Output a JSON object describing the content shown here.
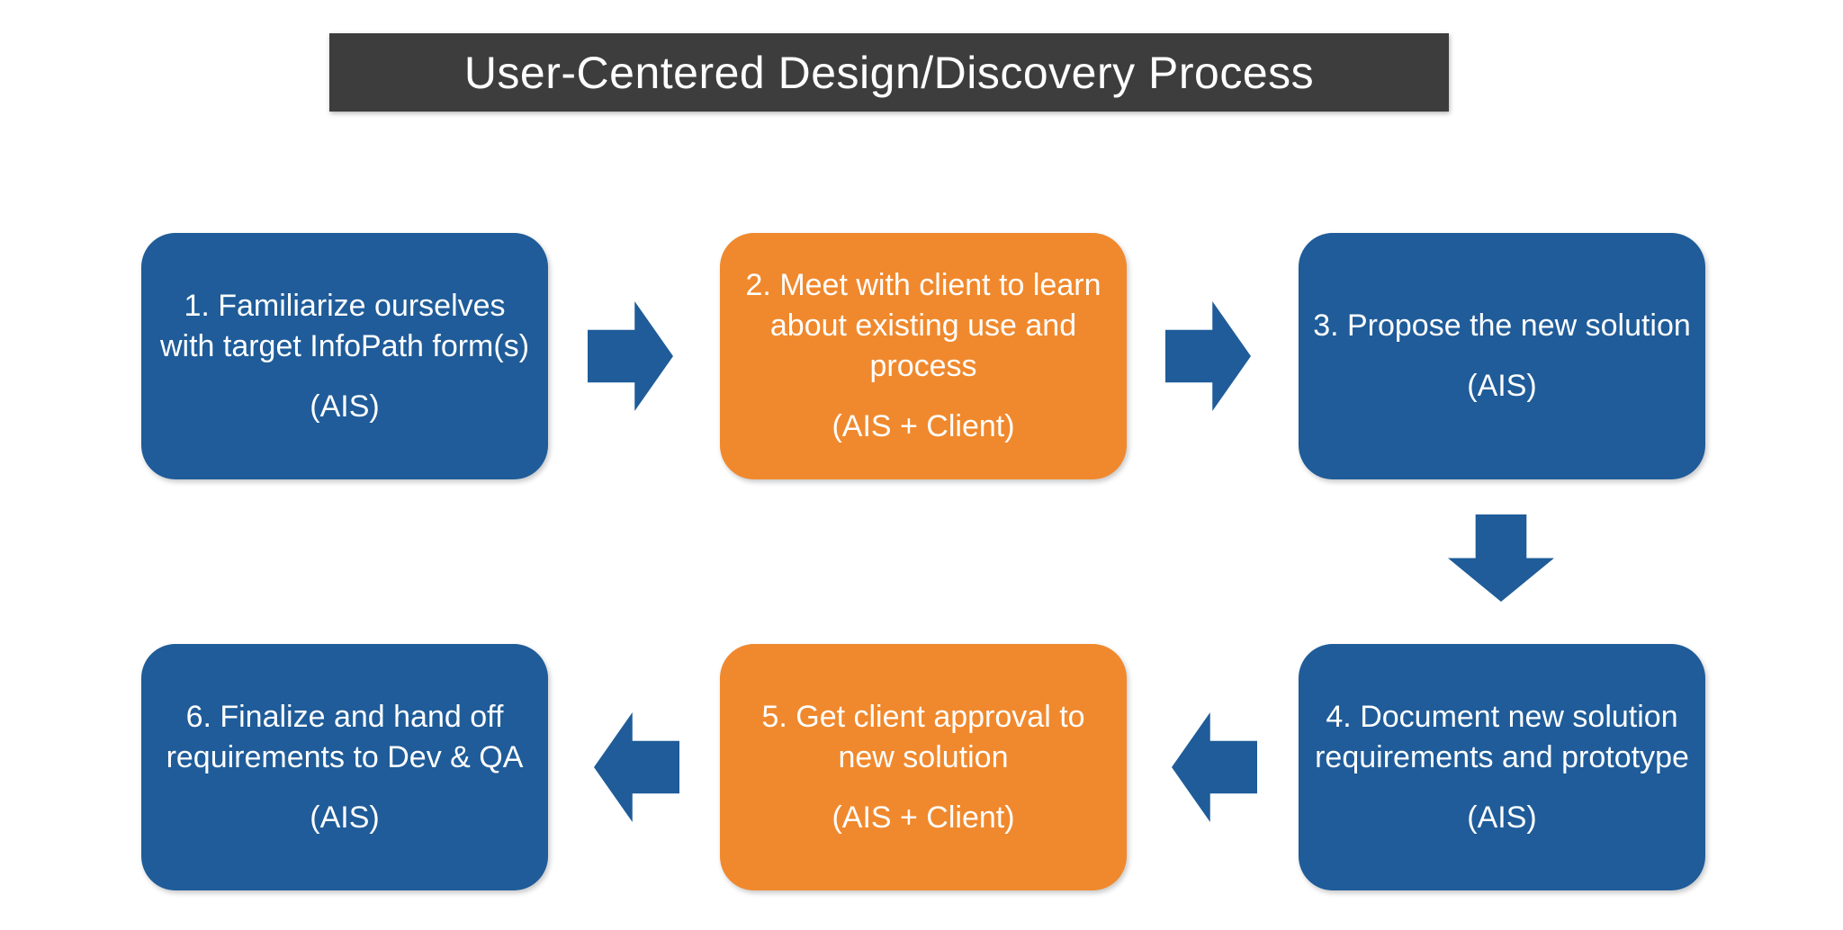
{
  "title": "User-Centered Design/Discovery Process",
  "colors": {
    "background": "#FFFFFF",
    "title_bg": "#3D3D3D",
    "title_text": "#FFFFFF",
    "step_blue": "#1F5C99",
    "step_orange": "#F0892D",
    "step_text": "#FFFFFF",
    "arrow": "#1F5C99"
  },
  "steps": [
    {
      "label": "1. Familiarize ourselves with target InfoPath form(s)",
      "participants": "(AIS)",
      "color": "blue"
    },
    {
      "label": "2. Meet with client to learn about existing use and process",
      "participants": "(AIS + Client)",
      "color": "orange"
    },
    {
      "label": "3. Propose the new solution",
      "participants": "(AIS)",
      "color": "blue"
    },
    {
      "label": "4. Document new solution requirements and prototype",
      "participants": "(AIS)",
      "color": "blue"
    },
    {
      "label": "5. Get client approval to new solution",
      "participants": "(AIS + Client)",
      "color": "orange"
    },
    {
      "label": "6. Finalize and hand off requirements to Dev & QA",
      "participants": "(AIS)",
      "color": "blue"
    }
  ],
  "arrows": [
    {
      "from": 1,
      "to": 2,
      "direction": "right"
    },
    {
      "from": 2,
      "to": 3,
      "direction": "right"
    },
    {
      "from": 3,
      "to": 4,
      "direction": "down"
    },
    {
      "from": 4,
      "to": 5,
      "direction": "left"
    },
    {
      "from": 5,
      "to": 6,
      "direction": "left"
    }
  ]
}
